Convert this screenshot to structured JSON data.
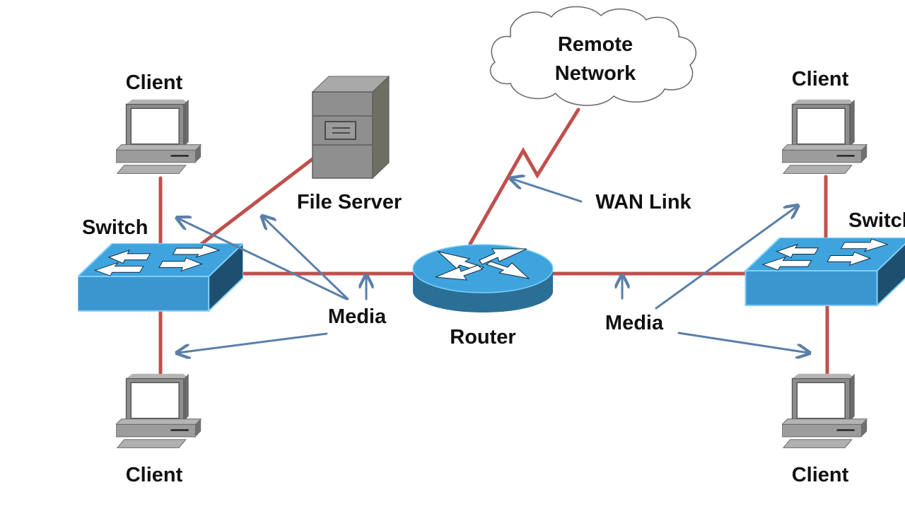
{
  "diagram": {
    "title": "",
    "colors": {
      "cable": "#c0504d",
      "pointer": "#5b7fa8",
      "switch_top": "#3fa4de",
      "switch_front": "#3b96cf",
      "switch_side": "#1f4f6e",
      "router_top": "#3fa4de",
      "router_side": "#2a6f96",
      "device_gray": "#8c8c8c",
      "cloud_stroke": "#666666"
    },
    "nodes": {
      "client_top_left": {
        "label": "Client",
        "icon": "computer-icon"
      },
      "client_bottom_left": {
        "label": "Client",
        "icon": "computer-icon"
      },
      "client_top_right": {
        "label": "Client",
        "icon": "computer-icon"
      },
      "client_bottom_right": {
        "label": "Client",
        "icon": "computer-icon"
      },
      "switch_left": {
        "label": "Switch",
        "icon": "switch-icon"
      },
      "switch_right": {
        "label": "Switch",
        "icon": "switch-icon"
      },
      "file_server": {
        "label": "File Server",
        "icon": "server-icon"
      },
      "router": {
        "label": "Router",
        "icon": "router-icon"
      },
      "remote_network": {
        "label_line1": "Remote",
        "label_line2": "Network",
        "icon": "cloud-icon"
      }
    },
    "annotations": {
      "media_left": "Media",
      "media_right": "Media",
      "wan_link": "WAN Link"
    },
    "links": [
      {
        "from": "client_top_left",
        "to": "switch_left",
        "type": "media"
      },
      {
        "from": "switch_left",
        "to": "client_bottom_left",
        "type": "media"
      },
      {
        "from": "switch_left",
        "to": "file_server",
        "type": "media"
      },
      {
        "from": "switch_left",
        "to": "router",
        "type": "media"
      },
      {
        "from": "router",
        "to": "switch_right",
        "type": "media"
      },
      {
        "from": "client_top_right",
        "to": "switch_right",
        "type": "media"
      },
      {
        "from": "switch_right",
        "to": "client_bottom_right",
        "type": "media"
      },
      {
        "from": "router",
        "to": "remote_network",
        "type": "wan"
      }
    ]
  }
}
